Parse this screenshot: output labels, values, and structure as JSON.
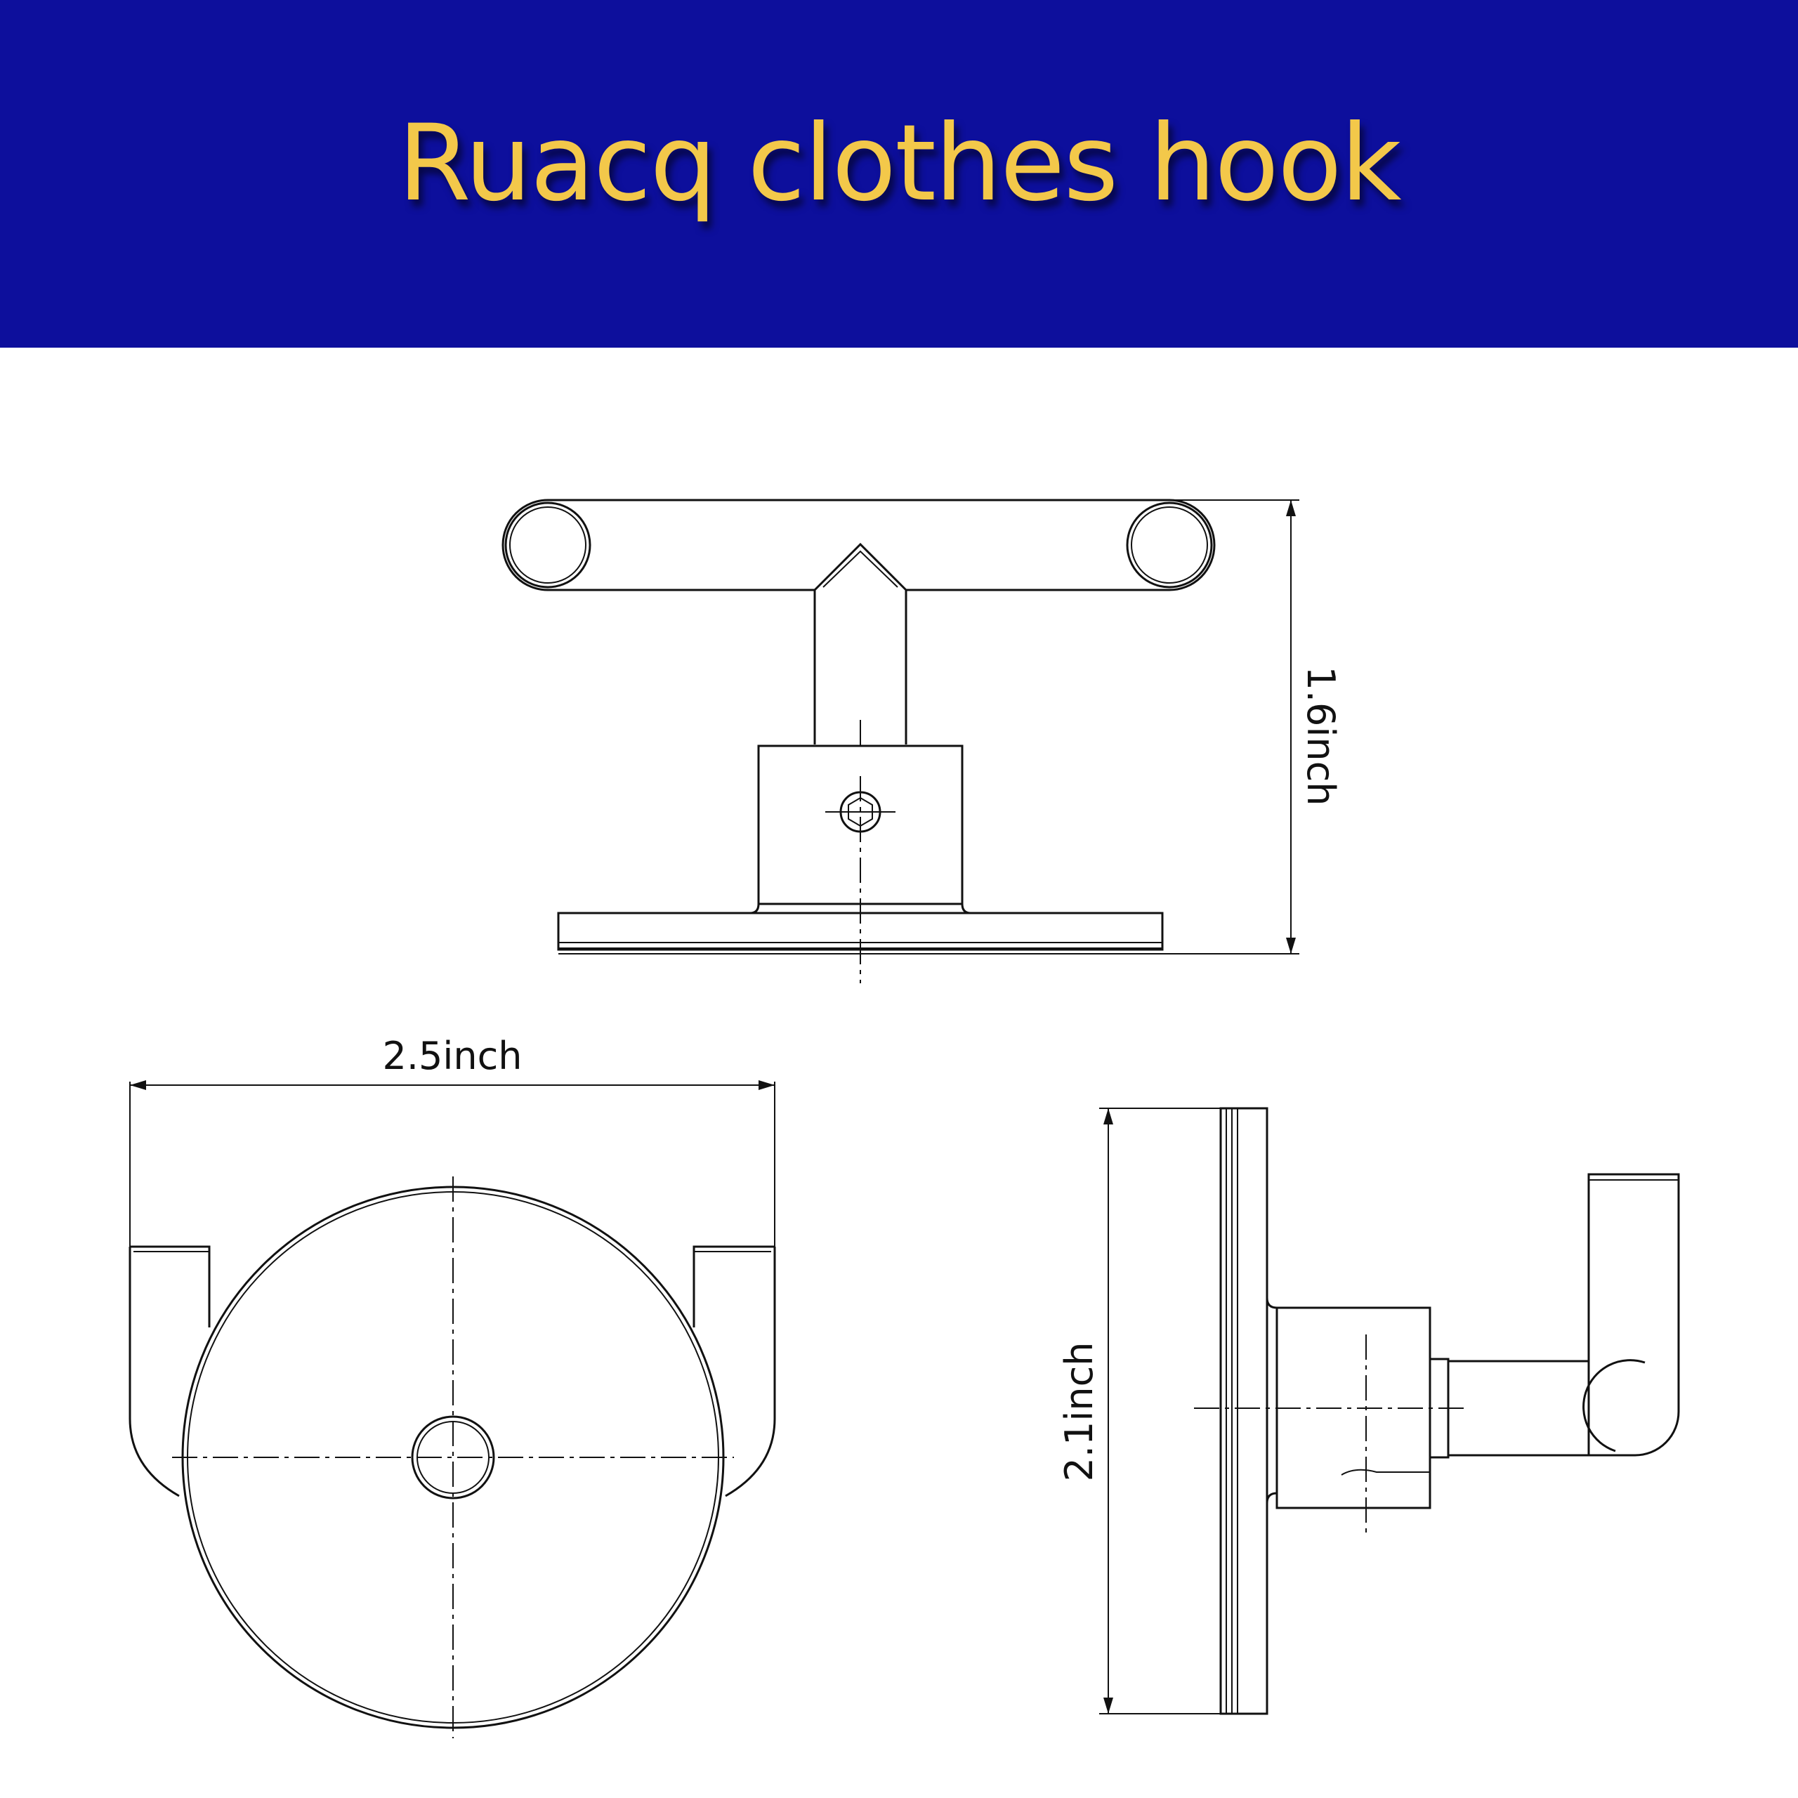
{
  "header": {
    "title": "Ruacq clothes hook"
  },
  "dimensions": {
    "height": "1.6inch",
    "width": "2.5inch",
    "depth": "2.1inch"
  }
}
